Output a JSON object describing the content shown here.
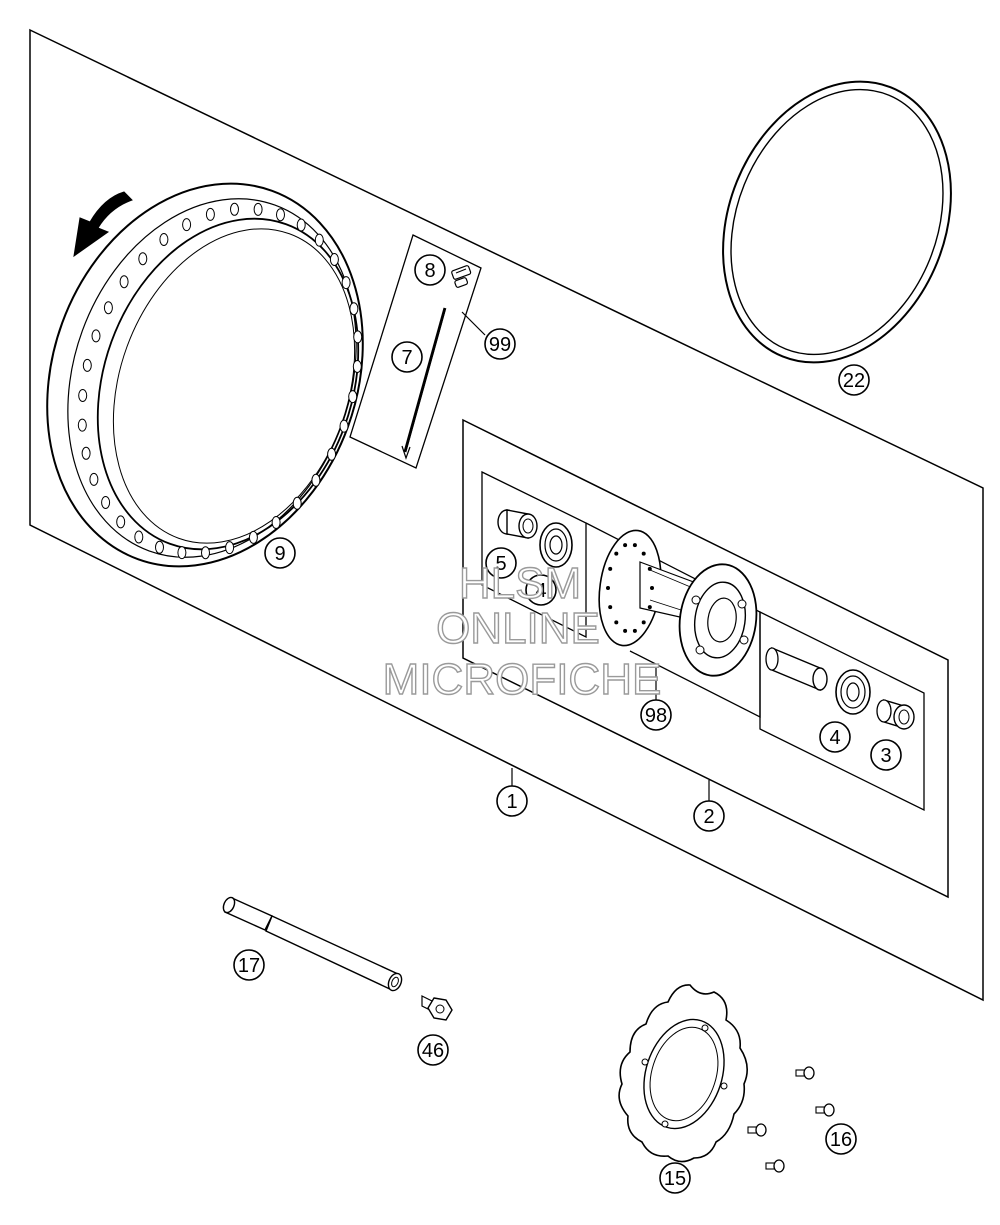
{
  "callouts": {
    "c1": "1",
    "c2": "2",
    "c3": "3",
    "c4a": "4",
    "c4b": "4",
    "c5": "5",
    "c7": "7",
    "c8": "8",
    "c9": "9",
    "c15": "15",
    "c16": "16",
    "c17": "17",
    "c22": "22",
    "c46": "46",
    "c98": "98",
    "c99": "99"
  },
  "watermark": {
    "line1": "HLSM",
    "line2": "ONLINE",
    "line3": "MICROFICHE"
  },
  "colors": {
    "line": "#000000",
    "watermark_stroke": "#9a9a9a",
    "background": "#ffffff"
  }
}
